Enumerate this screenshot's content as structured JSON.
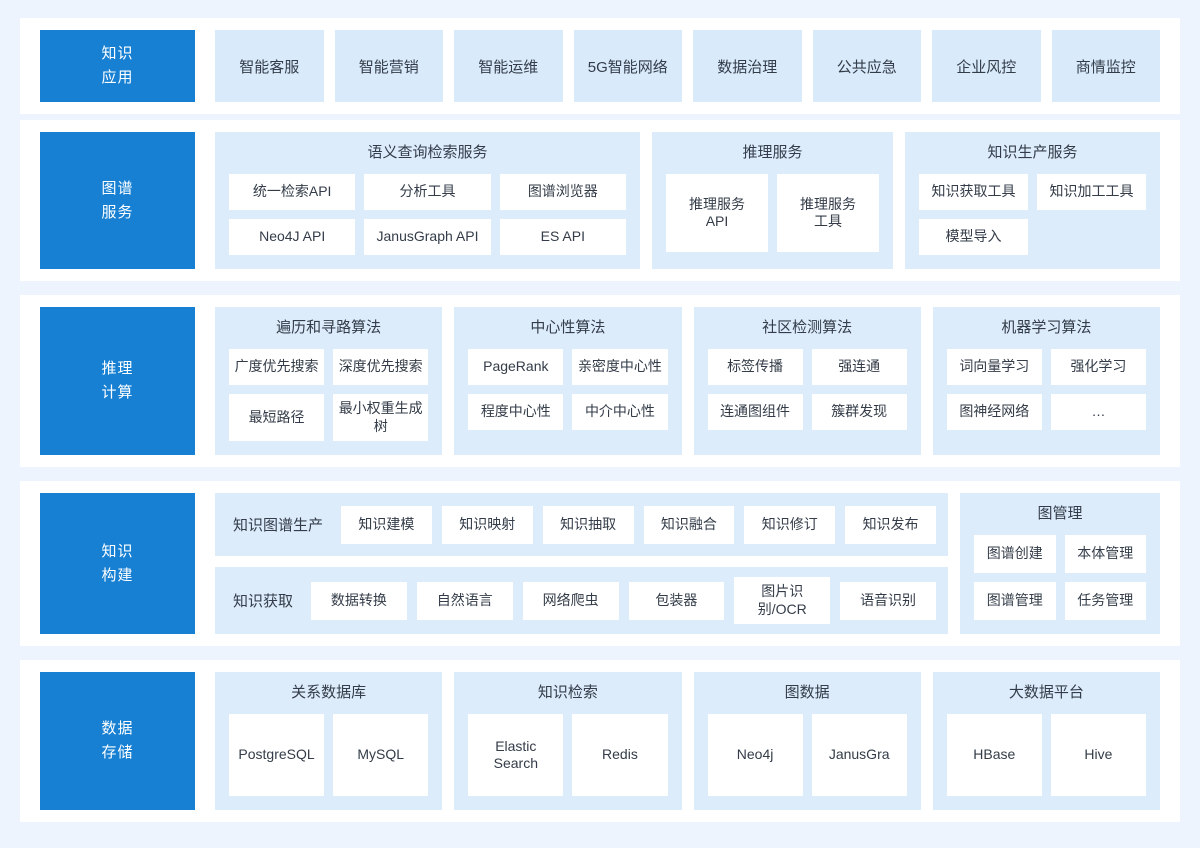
{
  "layers": [
    {
      "id": "knowledge-application",
      "label_lines": [
        "知识",
        "应用"
      ],
      "tiles": [
        "智能客服",
        "智能营销",
        "智能运维",
        "5G智能网络",
        "数据治理",
        "公共应急",
        "企业风控",
        "商情监控"
      ]
    },
    {
      "id": "graph-service",
      "label_lines": [
        "图谱",
        "服务"
      ],
      "groups": [
        {
          "title": "语义查询检索服务",
          "chips": [
            "统一检索API",
            "分析工具",
            "图谱浏览器",
            "Neo4J API",
            "JanusGraph API",
            "ES API"
          ]
        },
        {
          "title": "推理服务",
          "chips": [
            "推理服务\nAPI",
            "推理服务\n工具"
          ]
        },
        {
          "title": "知识生产服务",
          "chips": [
            "知识获取工具",
            "知识加工工具",
            "模型导入"
          ]
        }
      ]
    },
    {
      "id": "reasoning-compute",
      "label_lines": [
        "推理",
        "计算"
      ],
      "groups": [
        {
          "title": "遍历和寻路算法",
          "chips": [
            "广度优先搜索",
            "深度优先搜索",
            "最短路径",
            "最小权重生成树"
          ]
        },
        {
          "title": "中心性算法",
          "chips": [
            "PageRank",
            "亲密度中心性",
            "程度中心性",
            "中介中心性"
          ]
        },
        {
          "title": "社区检测算法",
          "chips": [
            "标签传播",
            "强连通",
            "连通图组件",
            "簇群发现"
          ]
        },
        {
          "title": "机器学习算法",
          "chips": [
            "词向量学习",
            "强化学习",
            "图神经网络",
            "…"
          ]
        }
      ]
    },
    {
      "id": "knowledge-construction",
      "label_lines": [
        "知识",
        "构建"
      ],
      "bars": [
        {
          "label": "知识图谱生产",
          "chips": [
            "知识建模",
            "知识映射",
            "知识抽取",
            "知识融合",
            "知识修订",
            "知识发布"
          ]
        },
        {
          "label": "知识获取",
          "chips": [
            "数据转换",
            "自然语言",
            "网络爬虫",
            "包装器",
            "图片识别/OCR",
            "语音识别"
          ]
        }
      ],
      "side_group": {
        "title": "图管理",
        "chips": [
          "图谱创建",
          "本体管理",
          "图谱管理",
          "任务管理"
        ]
      }
    },
    {
      "id": "data-storage",
      "label_lines": [
        "数据",
        "存储"
      ],
      "groups": [
        {
          "title": "关系数据库",
          "chips": [
            "PostgreSQL",
            "MySQL"
          ]
        },
        {
          "title": "知识检索",
          "chips": [
            "Elastic\nSearch",
            "Redis"
          ]
        },
        {
          "title": "图数据",
          "chips": [
            "Neo4j",
            "JanusGra"
          ]
        },
        {
          "title": "大数据平台",
          "chips": [
            "HBase",
            "Hive"
          ]
        }
      ]
    }
  ],
  "colors": {
    "page_background": "#eef4fd",
    "row_background": "#ffffff",
    "layer_label": "#1780d3",
    "tile_background": "#d9eafa",
    "group_background": "#ddecfb",
    "chip_background": "#ffffff",
    "text": "#333c48"
  }
}
